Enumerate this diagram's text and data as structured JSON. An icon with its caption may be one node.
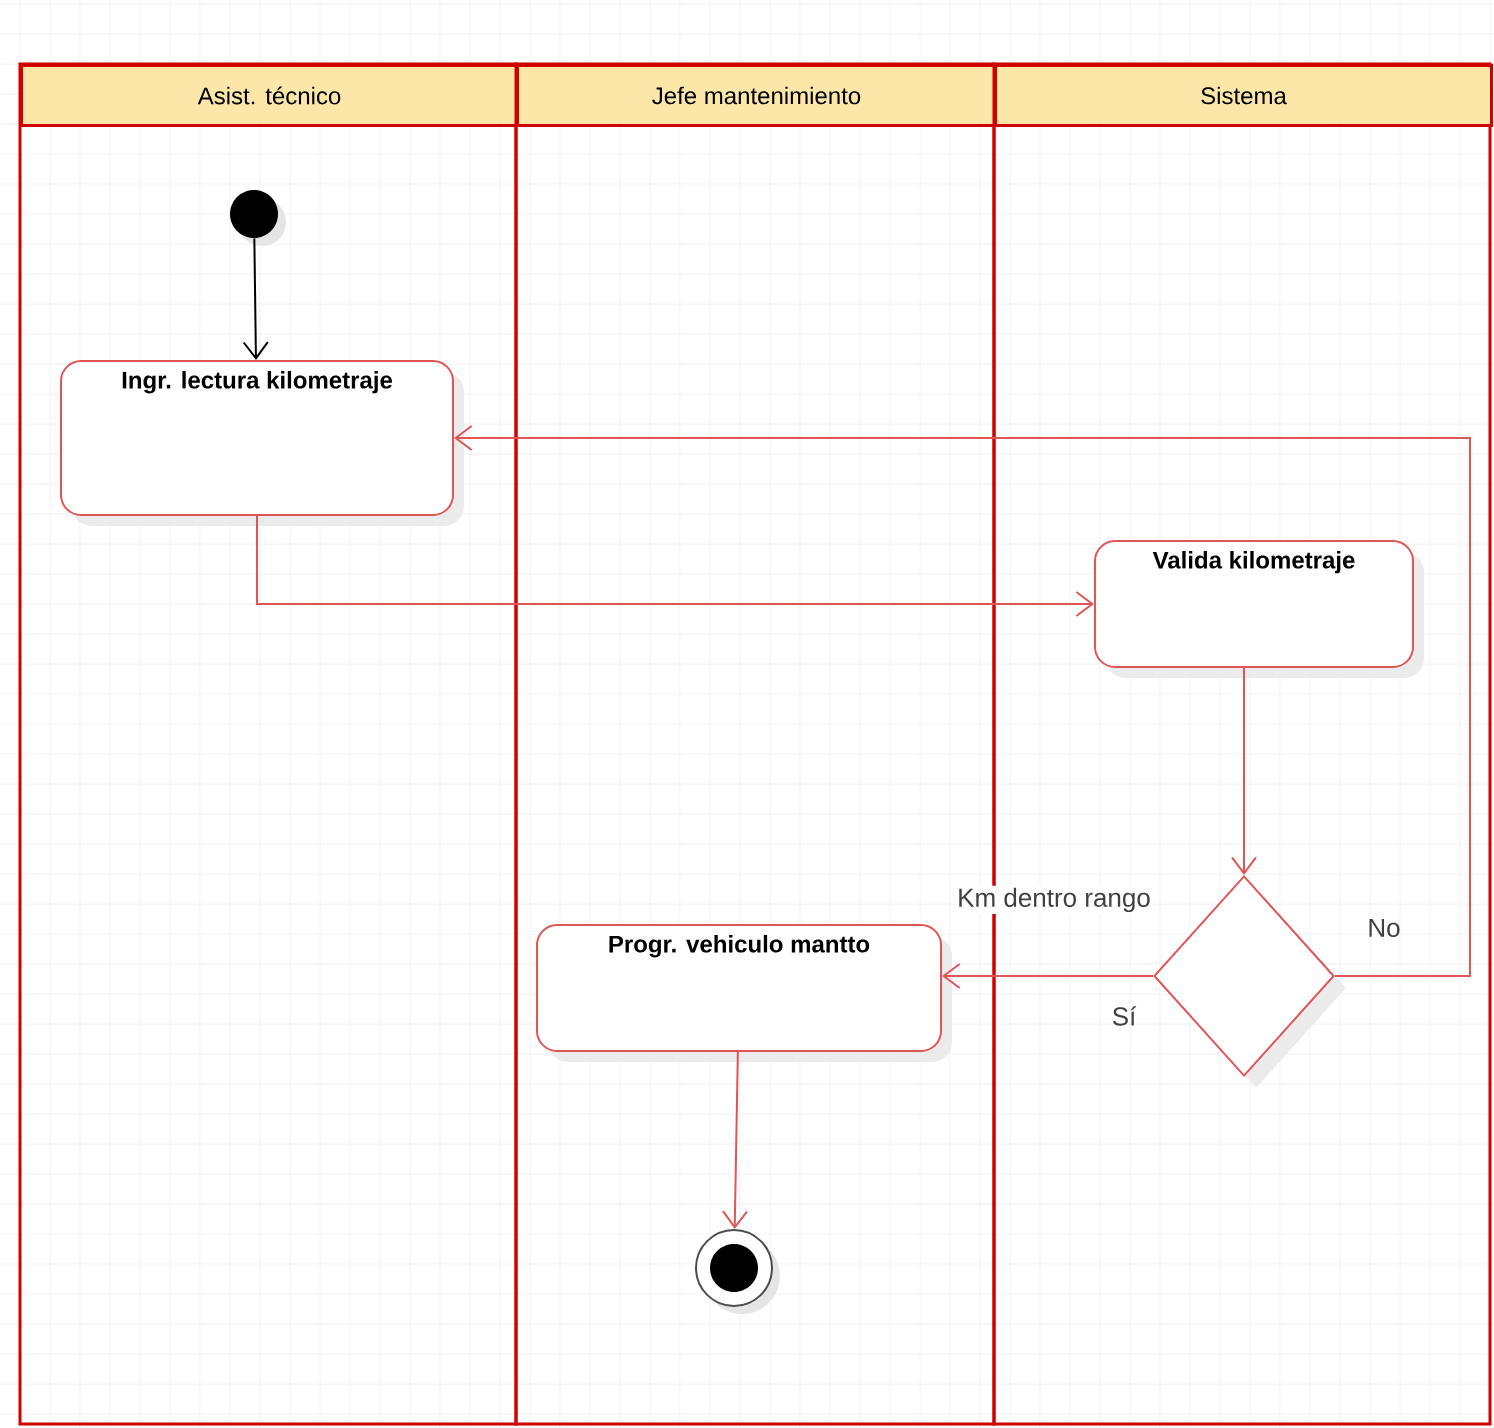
{
  "diagram": {
    "nodes": [
      {
        "text": [
          "Asist. técnico"
        ]
      },
      {
        "text": [
          "Jefe mantenimiento"
        ]
      },
      {
        "text": [
          "Sistema"
        ]
      },
      {
        "text": [],
        "shape": "circle",
        "in": 0
      },
      {
        "text": [
          "Ingr. lectura kilometraje"
        ],
        "in": 0
      },
      {
        "text": [
          "Valida kilometraje"
        ],
        "in": 2
      },
      {
        "text": [],
        "shape": "diamond",
        "in": 2
      },
      {
        "text": [
          "Progr. vehiculo mantto"
        ],
        "in": 1
      },
      {
        "text": [],
        "shape": "circle",
        "in": 1
      }
    ],
    "edges": [
      {
        "from": 3,
        "to": 4,
        "arrow": "to",
        "color": "#000000"
      },
      {
        "from": 4,
        "to": 5,
        "arrow": "to"
      },
      {
        "from": 5,
        "to": 6,
        "arrow": "to"
      },
      {
        "from": 6,
        "to": 7,
        "arrow": "to",
        "label": "Sí"
      },
      {
        "from": 6,
        "to": 4,
        "arrow": "to",
        "label": "No"
      },
      {
        "from": 7,
        "to": 8,
        "arrow": "to"
      }
    ],
    "labels": [
      "Km dentro rango"
    ]
  }
}
